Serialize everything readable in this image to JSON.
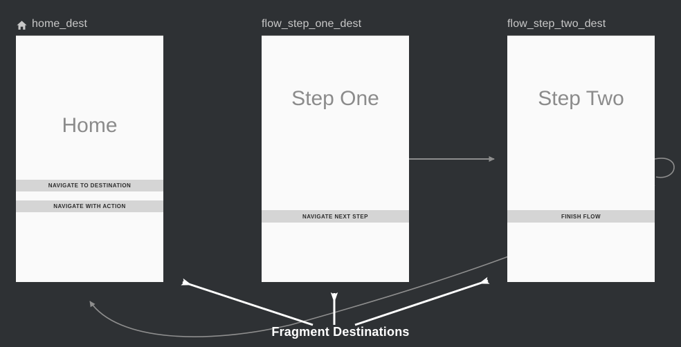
{
  "canvas": {
    "background_color": "#2e3134",
    "surface_color": "#fafafa",
    "button_color": "#d5d5d5",
    "label_color": "#c8c8c8",
    "connector_color": "#8e8e8e",
    "annotation_color": "#ffffff"
  },
  "nodes": [
    {
      "id": "home_dest",
      "label": "home_dest",
      "icon": "home-icon",
      "is_start_destination": true,
      "screen_title": "Home",
      "buttons": [
        {
          "label": "NAVIGATE TO DESTINATION"
        },
        {
          "label": "NAVIGATE WITH ACTION"
        }
      ]
    },
    {
      "id": "flow_step_one_dest",
      "label": "flow_step_one_dest",
      "icon": null,
      "is_start_destination": false,
      "screen_title": "Step One",
      "buttons": [
        {
          "label": "NAVIGATE NEXT STEP"
        }
      ]
    },
    {
      "id": "flow_step_two_dest",
      "label": "flow_step_two_dest",
      "icon": null,
      "is_start_destination": false,
      "screen_title": "Step Two",
      "buttons": [
        {
          "label": "FINISH FLOW"
        }
      ]
    }
  ],
  "connections": [
    {
      "from": "flow_step_one_dest",
      "to": "flow_step_two_dest",
      "style": "straight-arrow"
    },
    {
      "from": "flow_step_two_dest",
      "to": "home_dest",
      "style": "curved-arrow"
    },
    {
      "from": "flow_step_two_dest",
      "to": "flow_step_two_dest",
      "style": "self-loop"
    }
  ],
  "annotation": {
    "label": "Fragment Destinations",
    "pointer_count": 3
  }
}
